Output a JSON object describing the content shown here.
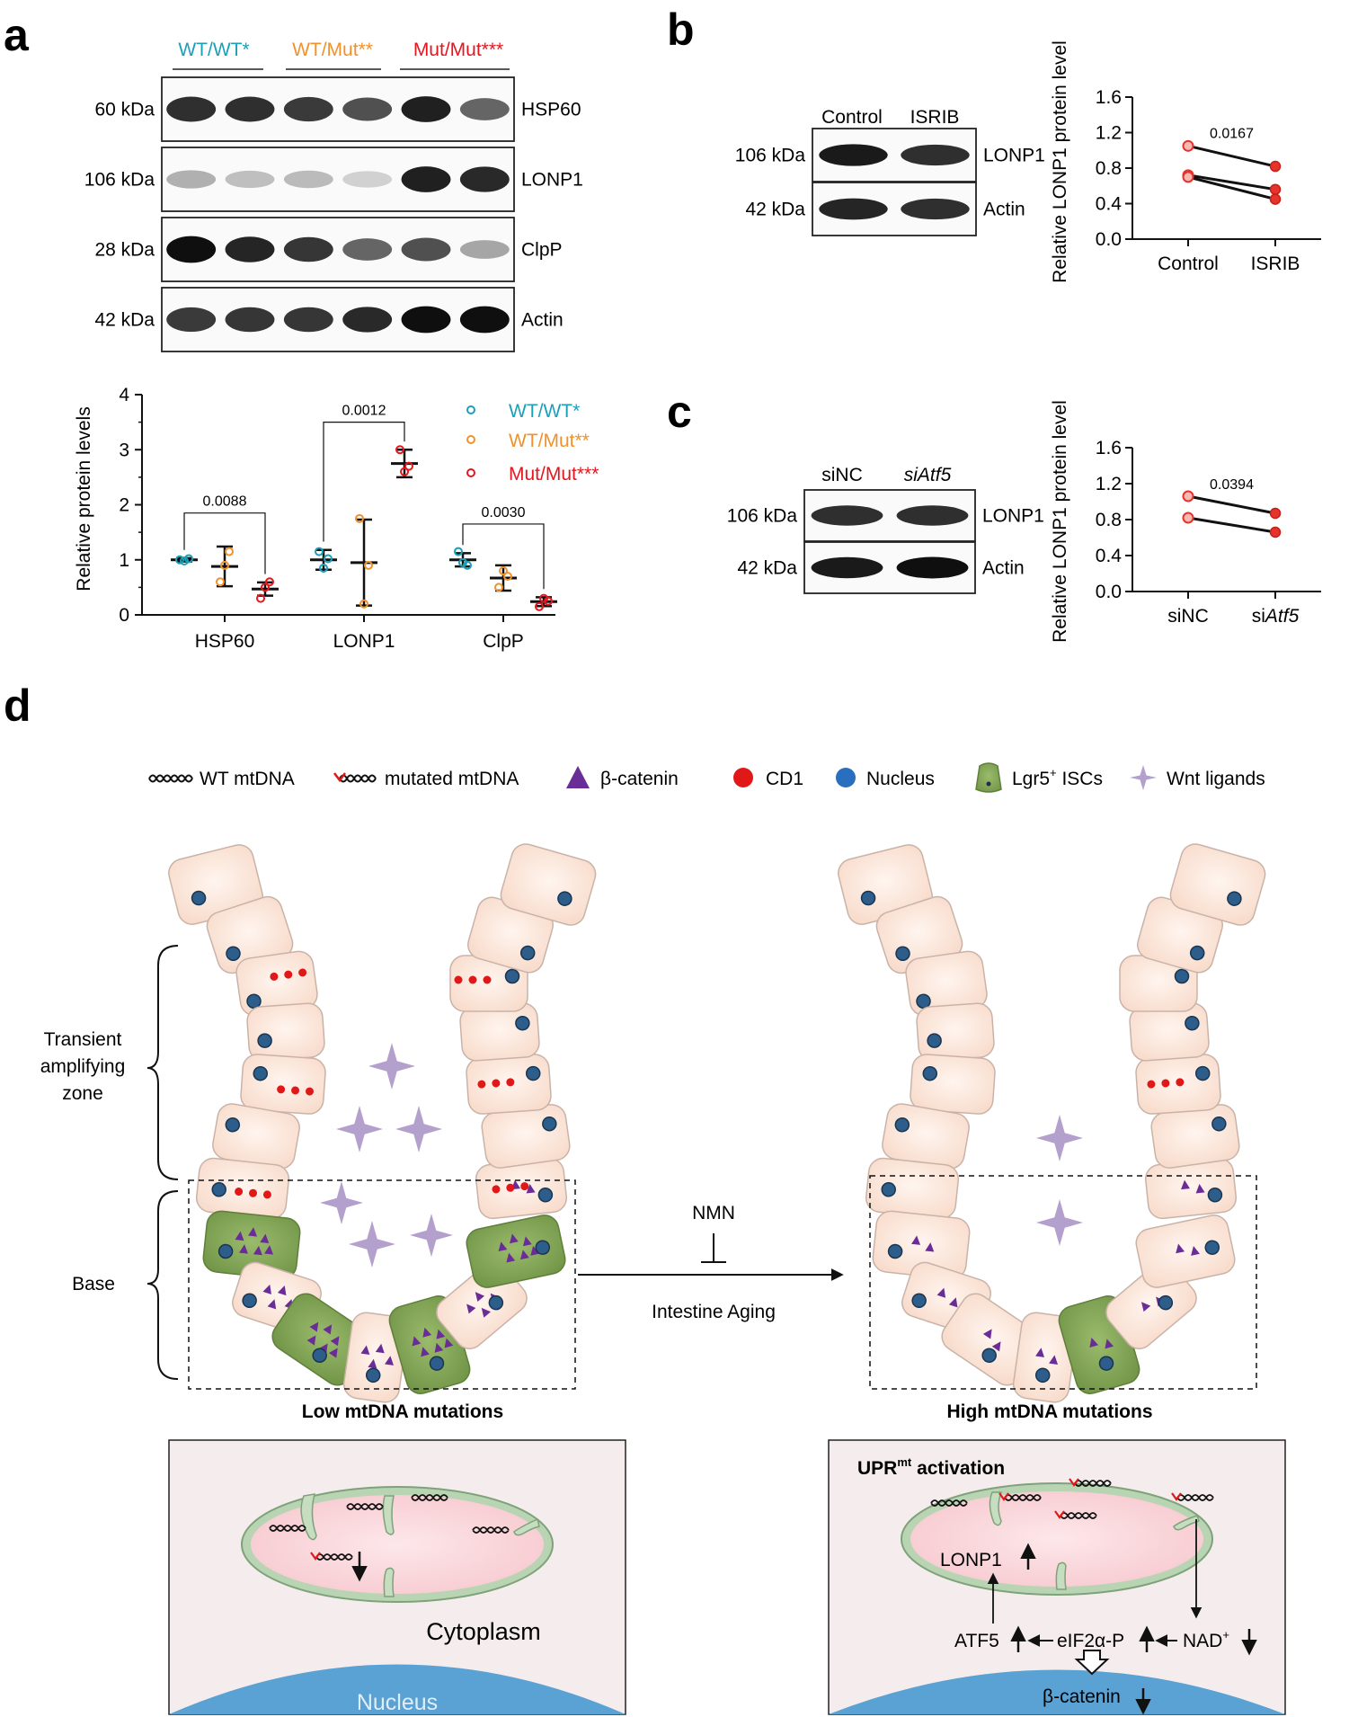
{
  "panel_letters": {
    "a": "a",
    "b": "b",
    "c": "c",
    "d": "d"
  },
  "panel_a": {
    "groups": [
      {
        "label": "WT/WT*",
        "color": "#1aa0b8"
      },
      {
        "label": "WT/Mut**",
        "color": "#f0922c"
      },
      {
        "label": "Mut/Mut***",
        "color": "#e5161e"
      }
    ],
    "blots": [
      {
        "name": "HSP60",
        "size": "60 kDa",
        "intensity": [
          0.85,
          0.85,
          0.8,
          0.7,
          0.92,
          0.6
        ]
      },
      {
        "name": "LONP1",
        "size": "106 kDa",
        "intensity": [
          0.25,
          0.18,
          0.2,
          0.1,
          0.92,
          0.88
        ]
      },
      {
        "name": "ClpP",
        "size": "28 kDa",
        "intensity": [
          1.0,
          0.9,
          0.82,
          0.6,
          0.7,
          0.3
        ]
      },
      {
        "name": "Actin",
        "size": "42 kDa",
        "intensity": [
          0.8,
          0.82,
          0.82,
          0.88,
          1.0,
          1.0
        ]
      }
    ]
  },
  "panel_b": {
    "lanes": [
      "Control",
      "ISRIB"
    ],
    "blots": [
      {
        "name": "LONP1",
        "size": "106 kDa",
        "intensity": [
          0.95,
          0.85
        ]
      },
      {
        "name": "Actin",
        "size": "42 kDa",
        "intensity": [
          0.9,
          0.85
        ]
      }
    ]
  },
  "panel_c": {
    "lanes": [
      "siNC",
      "siAtf5"
    ],
    "blots": [
      {
        "name": "LONP1",
        "size": "106 kDa",
        "intensity": [
          0.85,
          0.85
        ]
      },
      {
        "name": "Actin",
        "size": "42 kDa",
        "intensity": [
          0.95,
          1.0
        ]
      }
    ]
  },
  "chart_data": [
    {
      "type": "scatter",
      "panel": "a",
      "ylabel": "Relative protein levels",
      "ylim": [
        0,
        4
      ],
      "yticks": [
        "0",
        "1",
        "2",
        "3",
        "4"
      ],
      "categories": [
        "HSP60",
        "LONP1",
        "ClpP"
      ],
      "series": [
        {
          "name": "WT/WT*",
          "color": "#1aa0b8",
          "mean": [
            1.0,
            1.0,
            1.0
          ],
          "sd": [
            0.03,
            0.18,
            0.12
          ],
          "points": [
            [
              1.0,
              0.98,
              1.02
            ],
            [
              1.15,
              0.85,
              1.02
            ],
            [
              1.15,
              0.95,
              0.9
            ]
          ]
        },
        {
          "name": "WT/Mut**",
          "color": "#f0922c",
          "mean": [
            0.88,
            0.95,
            0.67
          ],
          "sd": [
            0.36,
            0.78,
            0.23
          ],
          "points": [
            [
              0.6,
              0.9,
              1.15
            ],
            [
              1.75,
              0.2,
              0.9
            ],
            [
              0.5,
              0.8,
              0.7
            ]
          ]
        },
        {
          "name": "Mut/Mut***",
          "color": "#e5161e",
          "mean": [
            0.47,
            2.75,
            0.24
          ],
          "sd": [
            0.12,
            0.25,
            0.08
          ],
          "points": [
            [
              0.3,
              0.5,
              0.6
            ],
            [
              3.0,
              2.6,
              2.7
            ],
            [
              0.15,
              0.3,
              0.25
            ]
          ]
        }
      ],
      "annotations": [
        {
          "text": "0.0088",
          "from": [
            0,
            0
          ],
          "to": [
            0,
            2
          ],
          "y": 1.85
        },
        {
          "text": "0.0012",
          "from": [
            1,
            0
          ],
          "to": [
            1,
            2
          ],
          "y": 3.5
        },
        {
          "text": "0.0030",
          "from": [
            2,
            0
          ],
          "to": [
            2,
            2
          ],
          "y": 1.65
        }
      ]
    },
    {
      "type": "line",
      "panel": "b",
      "ylabel": "Relative LONP1 protein level",
      "ylim": [
        0,
        1.6
      ],
      "yticks": [
        "0.0",
        "0.4",
        "0.8",
        "1.2",
        "1.6"
      ],
      "categories": [
        "Control",
        "ISRIB"
      ],
      "pairs": [
        [
          1.05,
          0.82
        ],
        [
          0.72,
          0.56
        ],
        [
          0.7,
          0.45
        ]
      ],
      "annotation": "0.0167"
    },
    {
      "type": "line",
      "panel": "c",
      "ylabel": "Relative LONP1 protein level",
      "ylim": [
        0,
        1.6
      ],
      "yticks": [
        "0.0",
        "0.4",
        "0.8",
        "1.2",
        "1.6"
      ],
      "categories": [
        "siNC",
        "siAtf5"
      ],
      "pairs": [
        [
          1.06,
          0.87
        ],
        [
          0.82,
          0.66
        ]
      ],
      "annotation": "0.0394"
    }
  ],
  "panel_d": {
    "legend": {
      "wt_mtdna": "WT mtDNA",
      "mut_mtdna": "mutated mtDNA",
      "bcatenin": "β-catenin",
      "cd1": "CD1",
      "nucleus": "Nucleus",
      "lgr5_main": "Lgr5",
      "lgr5_sup": "+",
      "lgr5_rest": " ISCs",
      "wnt": "Wnt ligands"
    },
    "zone_label": [
      "Transient",
      "amplifying",
      "zone"
    ],
    "base_label": "Base",
    "nmn": "NMN",
    "aging": "Intestine Aging",
    "low_caption": "Low mtDNA mutations",
    "high_caption": "High mtDNA mutations",
    "cytoplasm": "Cytoplasm",
    "nucleus_label": "Nucleus",
    "upr_main": "UPR",
    "upr_sup": "mt",
    "upr_rest": " activation",
    "lonp1": "LONP1",
    "atf5": "ATF5",
    "eif": "eIF2α-P",
    "nad_main": "NAD",
    "nad_sup": "+",
    "bcat_label": "β-catenin",
    "colors": {
      "cell": "#fbe3d6",
      "cell_edge": "#c9b3a8",
      "stem": "#86a85a",
      "nucleus": "#2d5d8a",
      "wnt": "#b3a0cc",
      "cd1": "#e11818",
      "bcat": "#6a2c96",
      "nuc_dome": "#5aa2d4"
    }
  }
}
